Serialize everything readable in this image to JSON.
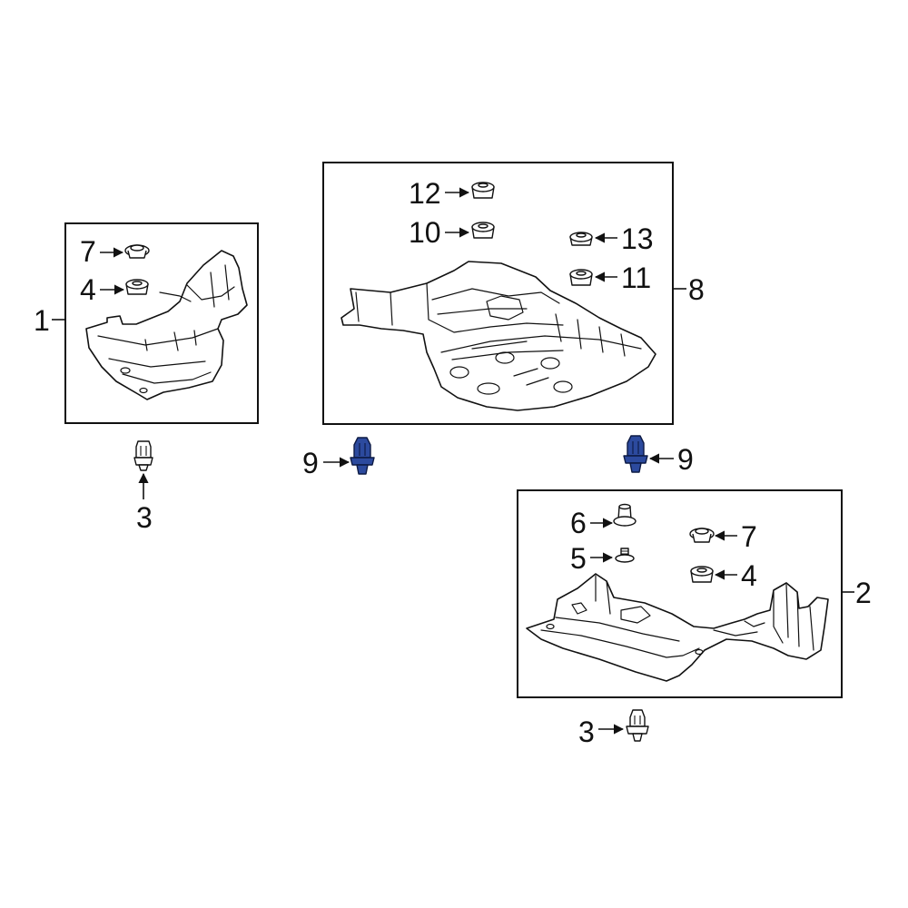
{
  "callouts": {
    "n1": "1",
    "n2": "2",
    "n3_left": "3",
    "n3_right": "3",
    "n4_left": "4",
    "n4_right": "4",
    "n5": "5",
    "n6": "6",
    "n7_left": "7",
    "n7_right": "7",
    "n8": "8",
    "n9_left": "9",
    "n9_right": "9",
    "n10": "10",
    "n11": "11",
    "n12": "12",
    "n13": "13"
  },
  "colors": {
    "line": "#111111",
    "highlight": "#2c4a9e"
  }
}
